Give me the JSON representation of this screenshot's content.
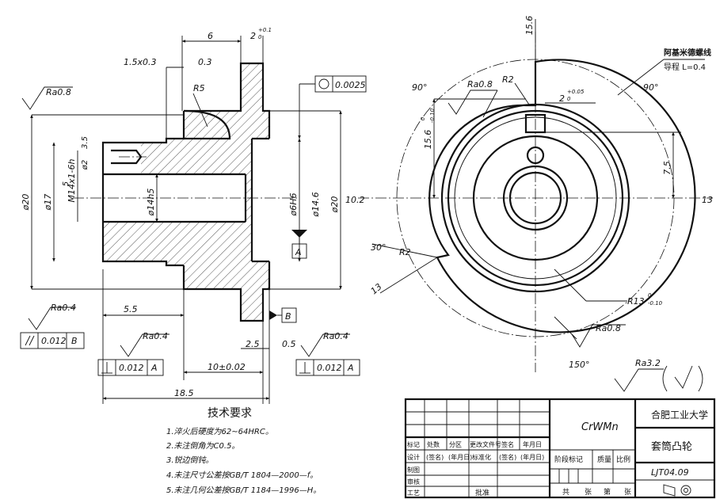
{
  "drawing": {
    "front_view": {
      "dim_6": "6",
      "dim_2_base": "2",
      "dim_2_upper": "+0.1",
      "dim_2_lower": "0",
      "chamfer": "1.5x0.3",
      "dim_03": "0.3",
      "r5": "R5",
      "ra08_top": "Ra0.8",
      "circ_tol": "0.0025",
      "d20_left": "ø20",
      "d17": "ø17",
      "thread": "M14x1-6h",
      "dim_35": "3.5",
      "d2": "ø2",
      "dim_5": "5",
      "d14h5": "ø14h5",
      "d6h6": "ø6H6",
      "d146": "ø14.6",
      "d20_right": "ø20",
      "datum_a": "A",
      "datum_b": "B",
      "ra04_left": "Ra0.4",
      "dim_55": "5.5",
      "fcf1_val": "0.012",
      "fcf1_ref": "B",
      "ra04_mid": "Ra0.4",
      "fcf2_val": "0.012",
      "fcf2_ref": "A",
      "dim_25": "2.5",
      "dim_05": "0.5",
      "ra04_right": "Ra0.4",
      "dim_10": "10±0.02",
      "fcf3_val": "0.012",
      "fcf3_ref": "A",
      "dim_185": "18.5"
    },
    "side_view": {
      "dim_156_top": "15.6",
      "spiral_label": "阿基米德螺线",
      "lead_label": "导程 L=0.4",
      "ang90_left": "90°",
      "ang90_right": "90°",
      "ra08": "Ra0.8",
      "r2_top": "R2",
      "dim_2_base": "2",
      "dim_2_upper": "+0.05",
      "dim_2_lower": "0",
      "dim_156_base": "15.6",
      "dim_156_upper": "0",
      "dim_156_lower": "-0.10",
      "dim_75": "7.5",
      "dim_102": "10.2",
      "dim_13_right": "13",
      "ang30": "30°",
      "r2_left": "R2",
      "dim_13_left": "13",
      "r13_base": "R13",
      "r13_upper": "0",
      "r13_lower": "-0.10",
      "ra08_bottom": "Ra0.8",
      "ang150": "150°"
    },
    "general_ra": "Ra3.2",
    "tech_title": "技术要求",
    "tech_notes": [
      "1.淬火后硬度为62~64HRC。",
      "2.未注倒角为C0.5。",
      "3.锐边倒钝。",
      "4.未注尺寸公差按GB/T 1804—2000—f。",
      "5.未注几何公差按GB/T 1184—1996—H。"
    ]
  },
  "title_block": {
    "material": "CrWMn",
    "school": "合肥工业大学",
    "part_name": "套筒凸轮",
    "drawing_no": "LJT04.09",
    "row_headers": [
      "标记",
      "处数",
      "分区",
      "更改文件号",
      "签名",
      "年月日"
    ],
    "design_row": [
      "设计",
      "(签名)",
      "(年月日)",
      "标准化",
      "(签名)",
      "(年月日)"
    ],
    "stage_mark": "阶段标记",
    "weight": "质量",
    "scale": "比例",
    "draw": "制图",
    "check": "审核",
    "process": "工艺",
    "approve": "批准",
    "total_sheets": "共",
    "sheet_unit1": "张",
    "sheet_no": "第",
    "sheet_unit2": "张"
  }
}
